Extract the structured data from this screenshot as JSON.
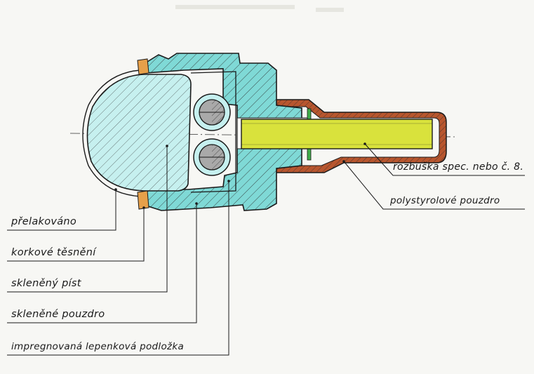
{
  "labels": {
    "prelakovano": "přelakováno",
    "korkove_tesneni": "korkové těsnění",
    "skleneny_pist": "skleněný píst",
    "sklenene_pouzdro": "skleněné pouzdro",
    "podlozka": "impregnovaná lepenková podložka",
    "rozbuska": "rozbuška spec. nebo č. 8.",
    "polystyrol": "polystyrolové pouzdro"
  },
  "colors": {
    "glass": "#bdeeee",
    "cyan_body": "#7fd9d6",
    "brown_sleeve": "#b8562e",
    "yellow_detonator": "#d9e23c",
    "cork": "#e6a04a",
    "green_seal": "#3fae4a",
    "ball_gray": "#a9a9a9",
    "outline": "#1a1a1a"
  }
}
